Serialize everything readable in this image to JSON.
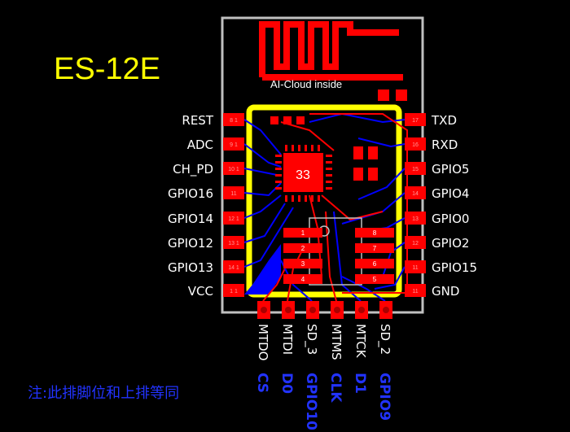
{
  "title": "ES-12E",
  "antenna_label": "AI-Cloud inside",
  "chip_label": "33",
  "left_pins": [
    {
      "label": "REST",
      "num": "8 1"
    },
    {
      "label": "ADC",
      "num": "9 1"
    },
    {
      "label": "CH_PD",
      "num": "10 1"
    },
    {
      "label": "GPIO16",
      "num": "11"
    },
    {
      "label": "GPIO14",
      "num": "12 1"
    },
    {
      "label": "GPIO12",
      "num": "13 1"
    },
    {
      "label": "GPIO13",
      "num": "14 1"
    },
    {
      "label": "VCC",
      "num": "1 1"
    }
  ],
  "right_pins": [
    {
      "label": "TXD",
      "num": "17"
    },
    {
      "label": "RXD",
      "num": "16"
    },
    {
      "label": "GPIO5",
      "num": "15"
    },
    {
      "label": "GPIO4",
      "num": "14"
    },
    {
      "label": "GPIO0",
      "num": "13"
    },
    {
      "label": "GPIO2",
      "num": "12"
    },
    {
      "label": "GPIO15",
      "num": "11"
    },
    {
      "label": "GND",
      "num": "11"
    }
  ],
  "bottom_pins": [
    {
      "label": "MTDO",
      "alias": "CS"
    },
    {
      "label": "MTDI",
      "alias": "D0"
    },
    {
      "label": "SD_3",
      "alias": "GPIO10"
    },
    {
      "label": "MTMS",
      "alias": "CLK"
    },
    {
      "label": "MTCK",
      "alias": "D1"
    },
    {
      "label": "SD_2",
      "alias": "GPIO9"
    }
  ],
  "flash_pads": [
    "1",
    "2",
    "3",
    "4",
    "5",
    "6",
    "7",
    "8"
  ],
  "note": "注:此排脚位和上排等同",
  "colors": {
    "copper_top": "#ff0000",
    "copper_bottom": "#0000ff",
    "silk": "#ffff00",
    "outline": "#c0c0c0",
    "title": "#ffff00",
    "note": "#2233ff"
  }
}
